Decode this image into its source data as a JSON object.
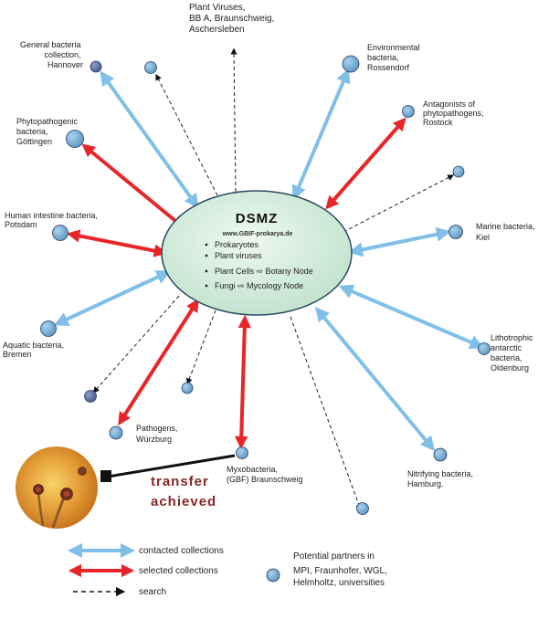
{
  "colors": {
    "contacted": "#7fbfe8",
    "selected": "#e8262a",
    "search": "#222222",
    "node_fill": "#78aed6",
    "node_dark": "#5b6fa3",
    "ellipse_fill": "#d8eee0",
    "transfer_text": "#8a2626"
  },
  "center": {
    "title": "DSMZ",
    "url": "www.GBIF-prokarya.de",
    "items": [
      "Prokaryotes",
      "Plant viruses",
      "Plant Cells ⇨ Botany Node",
      "Fungi ⇨ Mycology Node"
    ]
  },
  "nodes": [
    {
      "id": "plant-viruses",
      "lines": [
        "Plant Viruses,",
        "BB A, Braunschweig,",
        "Aschersleben"
      ]
    },
    {
      "id": "general-bacteria",
      "lines": [
        "General bacteria",
        "collection,",
        "Hannover"
      ]
    },
    {
      "id": "environmental",
      "lines": [
        "Environmental",
        "bacteria,",
        "Rossendorf"
      ]
    },
    {
      "id": "antagonists",
      "lines": [
        "Antagonists of",
        "phytopathogens,",
        "Rostock"
      ]
    },
    {
      "id": "phytopathogenic",
      "lines": [
        "Phytopathogenic",
        "bacteria,",
        "Göttingen"
      ]
    },
    {
      "id": "human-intestine",
      "lines": [
        "Human intestine bacteria,",
        "Potsdam"
      ]
    },
    {
      "id": "marine",
      "lines": [
        "Marine bacteria,",
        "Kiel"
      ]
    },
    {
      "id": "aquatic",
      "lines": [
        "Aquatic bacteria,",
        "Bremen"
      ]
    },
    {
      "id": "lithotrophic",
      "lines": [
        "Lithotrophic",
        "antarctic",
        "bacteria,",
        "Oldenburg"
      ]
    },
    {
      "id": "pathogens",
      "lines": [
        "Pathogens,",
        "Würzburg"
      ]
    },
    {
      "id": "myxobacteria",
      "lines": [
        "Myxobacteria,",
        "(GBF) Braunschweig"
      ]
    },
    {
      "id": "nitrifying",
      "lines": [
        "Nitrifying bacteria,",
        "Hamburg."
      ]
    }
  ],
  "transfer": {
    "line1": "transfer",
    "line2": "achieved"
  },
  "legend": {
    "contacted": "contacted collections",
    "selected": "selected collections",
    "search": "search",
    "partners": [
      "Potential partners in",
      "MPI, Fraunhofer, WGL,",
      "Helmholtz, universities"
    ]
  }
}
